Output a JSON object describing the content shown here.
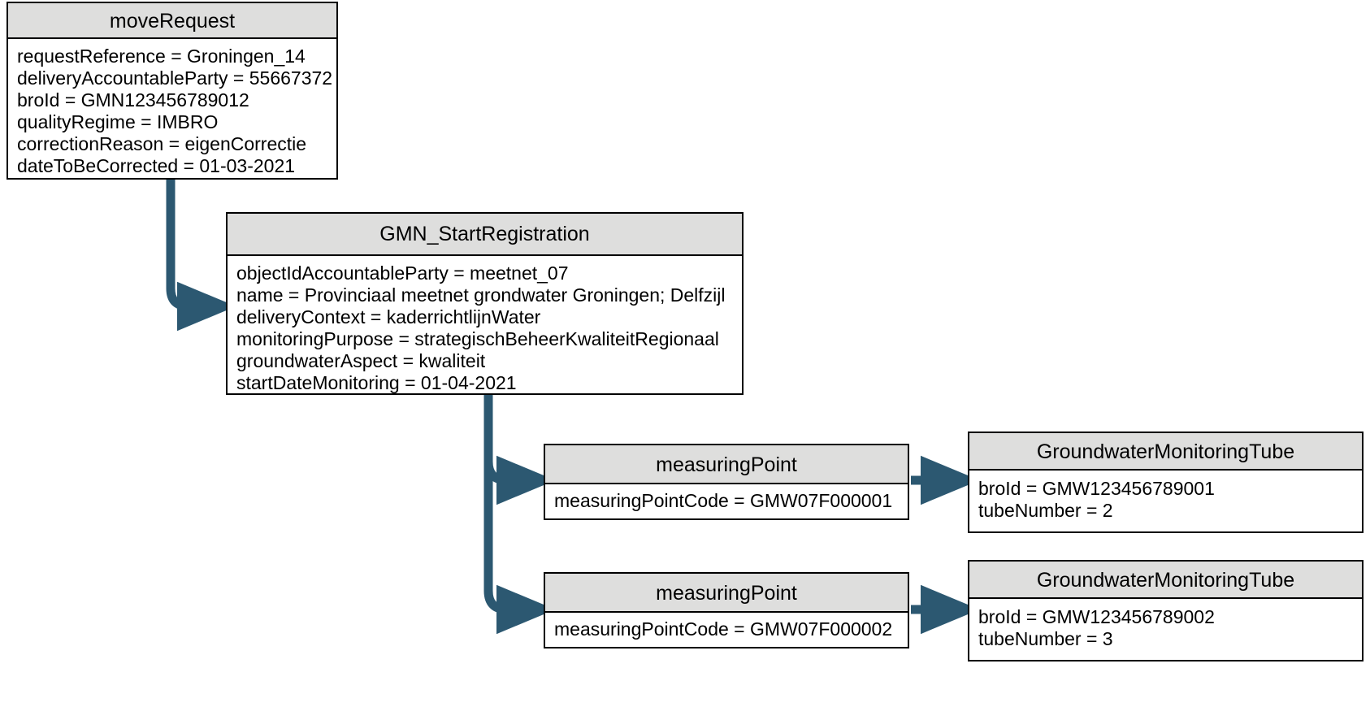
{
  "diagram": {
    "type": "object-instance-diagram",
    "title_bar_color": "#dededd",
    "border_color": "#000000",
    "arrow_color": "#2c5871",
    "background_color": "#ffffff",
    "boxes": [
      {
        "id": "moveRequest",
        "title": "moveRequest",
        "attributes": [
          "requestReference = Groningen_14",
          "deliveryAccountableParty = 55667372",
          "broId = GMN123456789012",
          "qualityRegime = IMBRO",
          "correctionReason = eigenCorrectie",
          "dateToBeCorrected = 01-03-2021"
        ]
      },
      {
        "id": "GMN_StartRegistration",
        "title": "GMN_StartRegistration",
        "attributes": [
          "objectIdAccountableParty = meetnet_07",
          "name = Provinciaal meetnet grondwater Groningen; Delfzijl",
          "deliveryContext = kaderrichtlijnWater",
          "monitoringPurpose = strategischBeheerKwaliteitRegionaal",
          "groundwaterAspect = kwaliteit",
          "startDateMonitoring = 01-04-2021"
        ]
      },
      {
        "id": "measuringPoint1",
        "title": "measuringPoint",
        "attributes": [
          "measuringPointCode = GMW07F000001"
        ]
      },
      {
        "id": "measuringPoint2",
        "title": "measuringPoint",
        "attributes": [
          "measuringPointCode = GMW07F000002"
        ]
      },
      {
        "id": "tube1",
        "title": "GroundwaterMonitoringTube",
        "attributes": [
          "broId = GMW123456789001",
          "tubeNumber = 2"
        ]
      },
      {
        "id": "tube2",
        "title": "GroundwaterMonitoringTube",
        "attributes": [
          "broId = GMW123456789002",
          "tubeNumber = 3"
        ]
      }
    ],
    "connectors": [
      {
        "from": "moveRequest",
        "to": "GMN_StartRegistration"
      },
      {
        "from": "GMN_StartRegistration",
        "to": "measuringPoint1"
      },
      {
        "from": "GMN_StartRegistration",
        "to": "measuringPoint2"
      },
      {
        "from": "measuringPoint1",
        "to": "tube1"
      },
      {
        "from": "measuringPoint2",
        "to": "tube2"
      }
    ]
  }
}
